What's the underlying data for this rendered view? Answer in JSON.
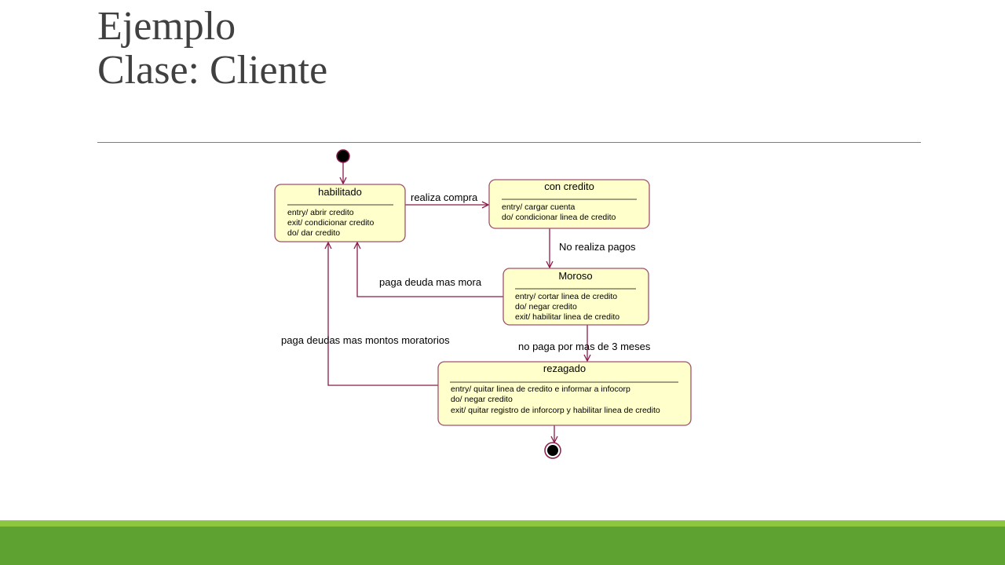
{
  "slide": {
    "title_line1": "Ejemplo",
    "title_line2": "Clase: Cliente"
  },
  "diagram": {
    "states": {
      "habilitado": {
        "name": "habilitado",
        "activities": [
          "entry/ abrir credito",
          "exit/ condicionar credito",
          "do/ dar credito"
        ]
      },
      "con_credito": {
        "name": "con credito",
        "activities": [
          "entry/ cargar cuenta",
          "do/ condicionar linea de credito"
        ]
      },
      "moroso": {
        "name": "Moroso",
        "activities": [
          "entry/ cortar linea de credito",
          "do/ negar credito",
          "exit/ habilitar linea de credito"
        ]
      },
      "rezagado": {
        "name": "rezagado",
        "activities": [
          "entry/ quitar linea de credito e informar a infocorp",
          "do/ negar credito",
          "exit/ quitar registro de inforcorp y habilitar linea de credito"
        ]
      }
    },
    "transitions": {
      "realiza_compra": "realiza compra",
      "no_realiza_pagos": "No realiza pagos",
      "paga_deuda_mas_mora": "paga deuda mas mora",
      "no_paga_3_meses": "no paga por mas de 3 meses",
      "paga_deudas_moratorios": "paga deudas mas montos moratorios"
    }
  },
  "colors": {
    "state_fill": "#ffffcc",
    "state_border": "#a0506e",
    "transition": "#8b1a4a",
    "title": "#404040",
    "band": "#5ea232",
    "band_highlight": "#8dc63f"
  }
}
